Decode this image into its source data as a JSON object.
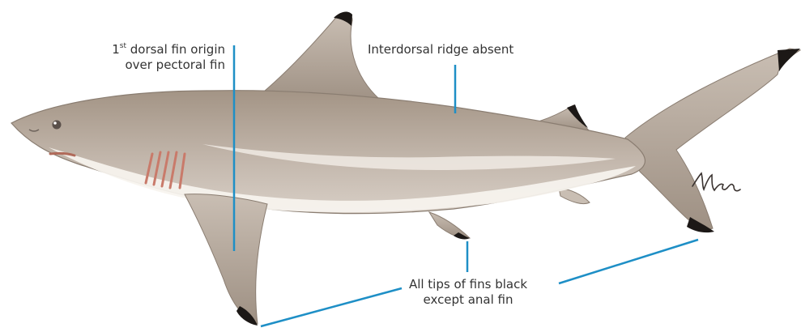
{
  "colors": {
    "leader_line": "#1e8fc6",
    "body_shade": "#b3a69b",
    "belly": "#f7f4ef",
    "fin_tip": "#1c1816"
  },
  "annotations": {
    "dorsal_origin": {
      "prefix": "1",
      "superscript": "st",
      "line1_rest": " dorsal fin origin",
      "line2": "over pectoral fin"
    },
    "interdorsal": {
      "text": "Interdorsal ridge absent"
    },
    "fin_tips": {
      "line1": "All tips of fins black",
      "line2": "except anal fin"
    }
  },
  "signature": {
    "text": "M.Dare"
  }
}
